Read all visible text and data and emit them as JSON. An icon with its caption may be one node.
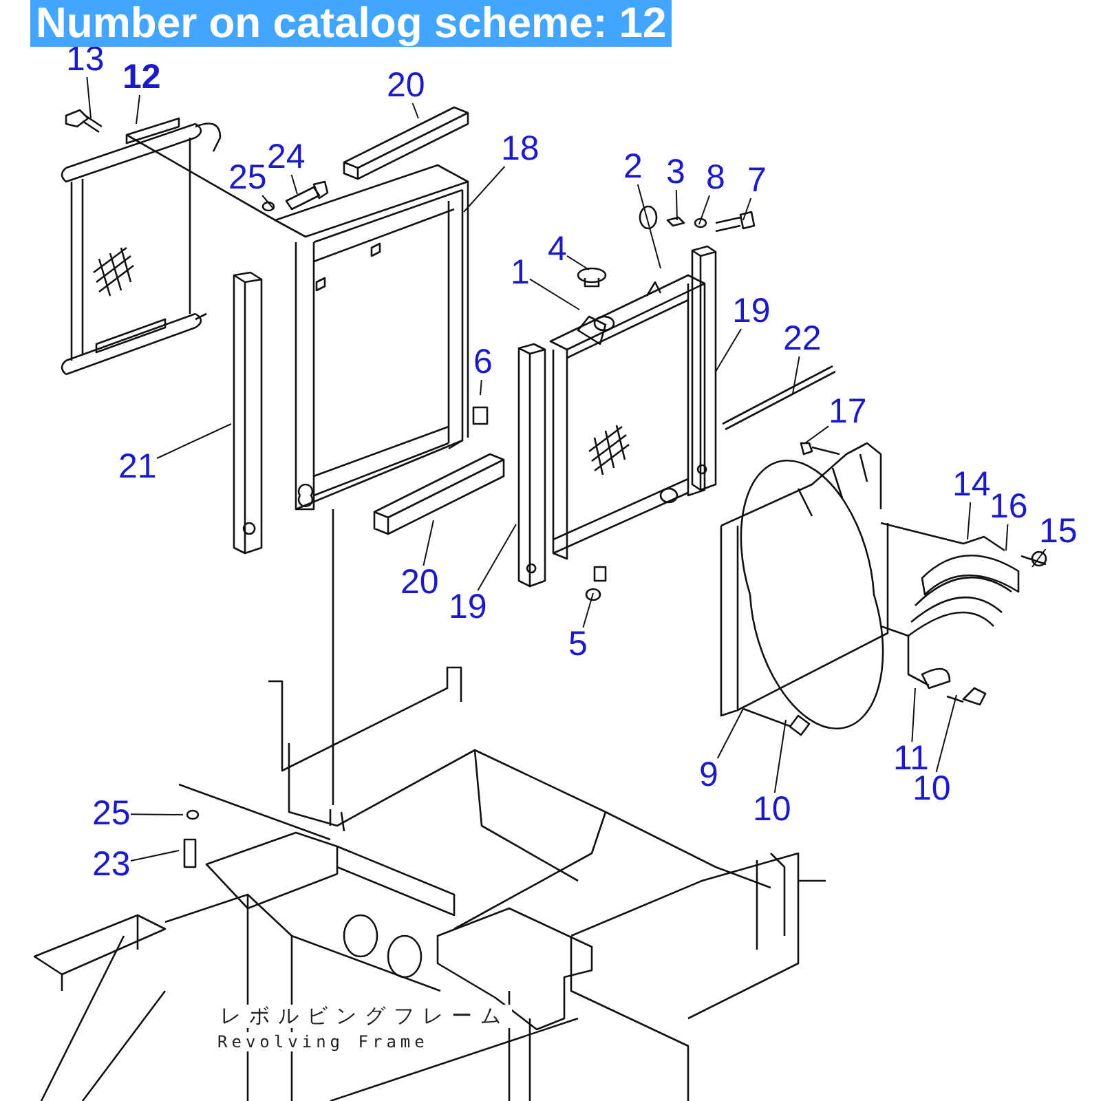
{
  "diagram": {
    "title": "Number on catalog scheme: 12",
    "nodes": [
      {
        "text": [
          "13"
        ]
      },
      {
        "text": [
          "12"
        ]
      },
      {
        "text": [
          "20"
        ]
      },
      {
        "text": [
          "18"
        ]
      },
      {
        "text": [
          "24"
        ]
      },
      {
        "text": [
          "25"
        ]
      },
      {
        "text": [
          "2"
        ]
      },
      {
        "text": [
          "3"
        ]
      },
      {
        "text": [
          "8"
        ]
      },
      {
        "text": [
          "7"
        ]
      },
      {
        "text": [
          "4"
        ]
      },
      {
        "text": [
          "1"
        ]
      },
      {
        "text": [
          "19"
        ]
      },
      {
        "text": [
          "22"
        ]
      },
      {
        "text": [
          "6"
        ]
      },
      {
        "text": [
          "17"
        ]
      },
      {
        "text": [
          "21"
        ]
      },
      {
        "text": [
          "14"
        ]
      },
      {
        "text": [
          "16"
        ]
      },
      {
        "text": [
          "15"
        ]
      },
      {
        "text": [
          "20"
        ]
      },
      {
        "text": [
          "19"
        ]
      },
      {
        "text": [
          "5"
        ]
      },
      {
        "text": [
          "11"
        ]
      },
      {
        "text": [
          "9"
        ]
      },
      {
        "text": [
          "10"
        ]
      },
      {
        "text": [
          "10"
        ]
      },
      {
        "text": [
          "25"
        ]
      },
      {
        "text": [
          "23"
        ]
      }
    ],
    "edges": [
      {
        "from": 0,
        "to": null,
        "arrow": "none"
      },
      {
        "from": 1,
        "to": null,
        "arrow": "none"
      },
      {
        "from": 2,
        "to": null,
        "arrow": "none"
      },
      {
        "from": 3,
        "to": null,
        "arrow": "none"
      },
      {
        "from": 4,
        "to": null,
        "arrow": "none"
      },
      {
        "from": 5,
        "to": null,
        "arrow": "none"
      },
      {
        "from": 6,
        "to": null,
        "arrow": "none"
      },
      {
        "from": 7,
        "to": null,
        "arrow": "none"
      },
      {
        "from": 8,
        "to": null,
        "arrow": "none"
      },
      {
        "from": 9,
        "to": null,
        "arrow": "none"
      },
      {
        "from": 10,
        "to": null,
        "arrow": "none"
      },
      {
        "from": 11,
        "to": null,
        "arrow": "none"
      },
      {
        "from": 12,
        "to": null,
        "arrow": "none"
      },
      {
        "from": 13,
        "to": null,
        "arrow": "none"
      },
      {
        "from": 14,
        "to": null,
        "arrow": "none"
      },
      {
        "from": 15,
        "to": null,
        "arrow": "none"
      },
      {
        "from": 16,
        "to": null,
        "arrow": "none"
      },
      {
        "from": 17,
        "to": null,
        "arrow": "none"
      },
      {
        "from": 18,
        "to": null,
        "arrow": "none"
      },
      {
        "from": 19,
        "to": null,
        "arrow": "none"
      },
      {
        "from": 20,
        "to": null,
        "arrow": "none"
      },
      {
        "from": 21,
        "to": null,
        "arrow": "none"
      },
      {
        "from": 22,
        "to": null,
        "arrow": "none"
      },
      {
        "from": 23,
        "to": null,
        "arrow": "none"
      },
      {
        "from": 24,
        "to": null,
        "arrow": "none"
      },
      {
        "from": 25,
        "to": null,
        "arrow": "none"
      },
      {
        "from": 26,
        "to": null,
        "arrow": "none"
      },
      {
        "from": 27,
        "to": null,
        "arrow": "none"
      },
      {
        "from": 28,
        "to": null,
        "arrow": "none"
      }
    ],
    "labels": [
      "レボルビングフレーム",
      "Revolving Frame"
    ]
  }
}
